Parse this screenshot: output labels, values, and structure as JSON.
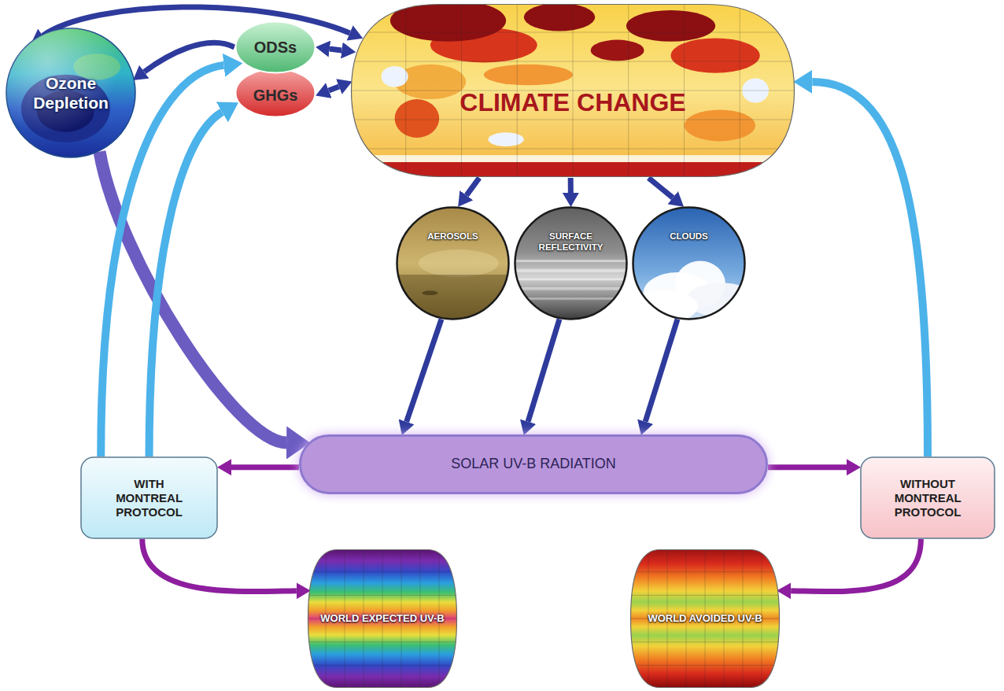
{
  "diagram": {
    "nodes": [
      {
        "text": [
          "Ozone Depletion"
        ]
      },
      {
        "text": [
          "ODSs"
        ]
      },
      {
        "text": [
          "GHGs"
        ]
      },
      {
        "text": [
          "CLIMATE CHANGE"
        ]
      },
      {
        "text": [
          "AEROSOLS"
        ]
      },
      {
        "text": [
          "SURFACE REFLECTIVITY"
        ]
      },
      {
        "text": [
          "CLOUDS"
        ]
      },
      {
        "text": [
          "SOLAR UV-B RADIATION"
        ]
      },
      {
        "text": [
          "WITH MONTREAL PROTOCOL"
        ]
      },
      {
        "text": [
          "WITHOUT MONTREAL PROTOCOL"
        ]
      },
      {
        "text": [
          "WORLD EXPECTED UV-B"
        ]
      },
      {
        "text": [
          "WORLD AVOIDED UV-B"
        ]
      }
    ],
    "edges": [
      {
        "from": 3,
        "to": 0,
        "arrow": "both"
      },
      {
        "from": 1,
        "to": 0,
        "arrow": "to"
      },
      {
        "from": 3,
        "to": 1,
        "arrow": "both"
      },
      {
        "from": 3,
        "to": 2,
        "arrow": "both"
      },
      {
        "from": 3,
        "to": 4,
        "arrow": "to"
      },
      {
        "from": 3,
        "to": 5,
        "arrow": "to"
      },
      {
        "from": 3,
        "to": 6,
        "arrow": "to"
      },
      {
        "from": 4,
        "to": 7,
        "arrow": "to"
      },
      {
        "from": 5,
        "to": 7,
        "arrow": "to"
      },
      {
        "from": 6,
        "to": 7,
        "arrow": "to"
      },
      {
        "from": 0,
        "to": 7,
        "arrow": "to"
      },
      {
        "from": 7,
        "to": 8,
        "arrow": "to"
      },
      {
        "from": 7,
        "to": 9,
        "arrow": "to"
      },
      {
        "from": 8,
        "to": 1,
        "arrow": "to"
      },
      {
        "from": 8,
        "to": 2,
        "arrow": "to"
      },
      {
        "from": 9,
        "to": 3,
        "arrow": "to"
      },
      {
        "from": 8,
        "to": 10,
        "arrow": "to"
      },
      {
        "from": 9,
        "to": 11,
        "arrow": "to"
      }
    ]
  }
}
